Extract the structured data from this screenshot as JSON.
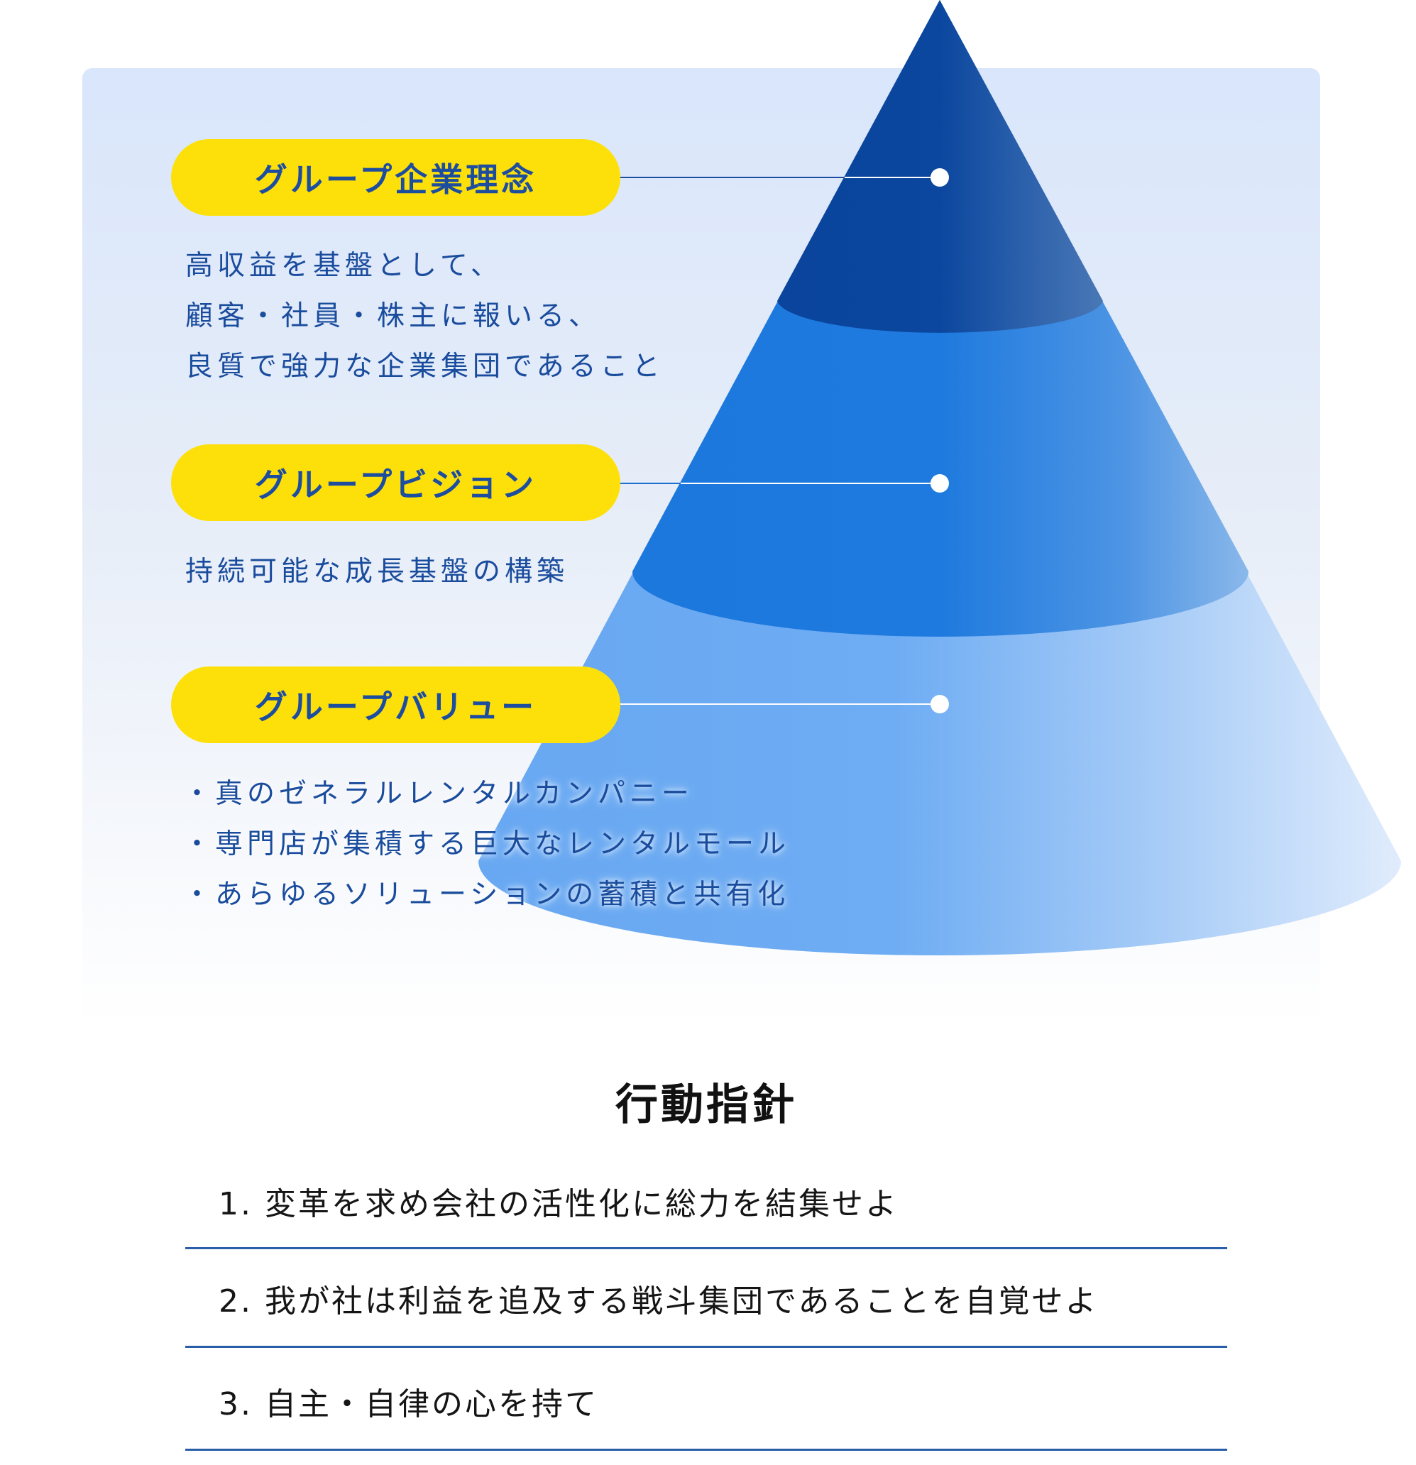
{
  "tiers": [
    {
      "label": "グループ企業理念",
      "lines": [
        "高収益を基盤として、",
        "顧客・社員・株主に報いる、",
        "良質で強力な企業集団であること"
      ]
    },
    {
      "label": "グループビジョン",
      "lines": [
        "持続可能な成長基盤の構築"
      ]
    },
    {
      "label": "グループバリュー",
      "lines": [
        "・真のゼネラルレンタルカンパニー",
        "・専門店が集積する巨大なレンタルモール",
        "・あらゆるソリューションの蓄積と共有化"
      ]
    }
  ],
  "conduct": {
    "title": "行動指針",
    "items": [
      "1. 変革を求め会社の活性化に総力を結集せよ",
      "2. 我が社は利益を追及する戦斗集団であることを自覚せよ",
      "3. 自主・自律の心を持て"
    ]
  },
  "colors": {
    "pill": "#fde00a",
    "text": "#1a4c9d",
    "top": "#0a469e",
    "middle": "#1c78dd",
    "bottom": "#6aaaf2"
  }
}
